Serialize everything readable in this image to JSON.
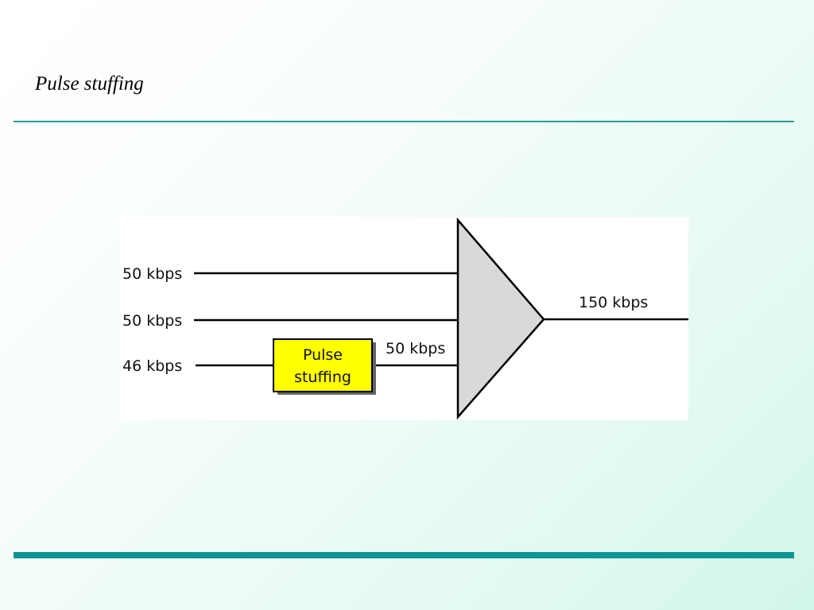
{
  "title": "Pulse stuffing",
  "diagram": {
    "inputs": [
      {
        "label": "50 kbps"
      },
      {
        "label": "50 kbps"
      },
      {
        "label": "46 kbps"
      }
    ],
    "box": {
      "line1": "Pulse",
      "line2": "stuffing"
    },
    "box_output_label": "50 kbps",
    "output_label": "150 kbps",
    "colors": {
      "box_fill": "#ffff00",
      "mux_fill": "#d9d9d9",
      "rule": "#0e9593"
    }
  }
}
